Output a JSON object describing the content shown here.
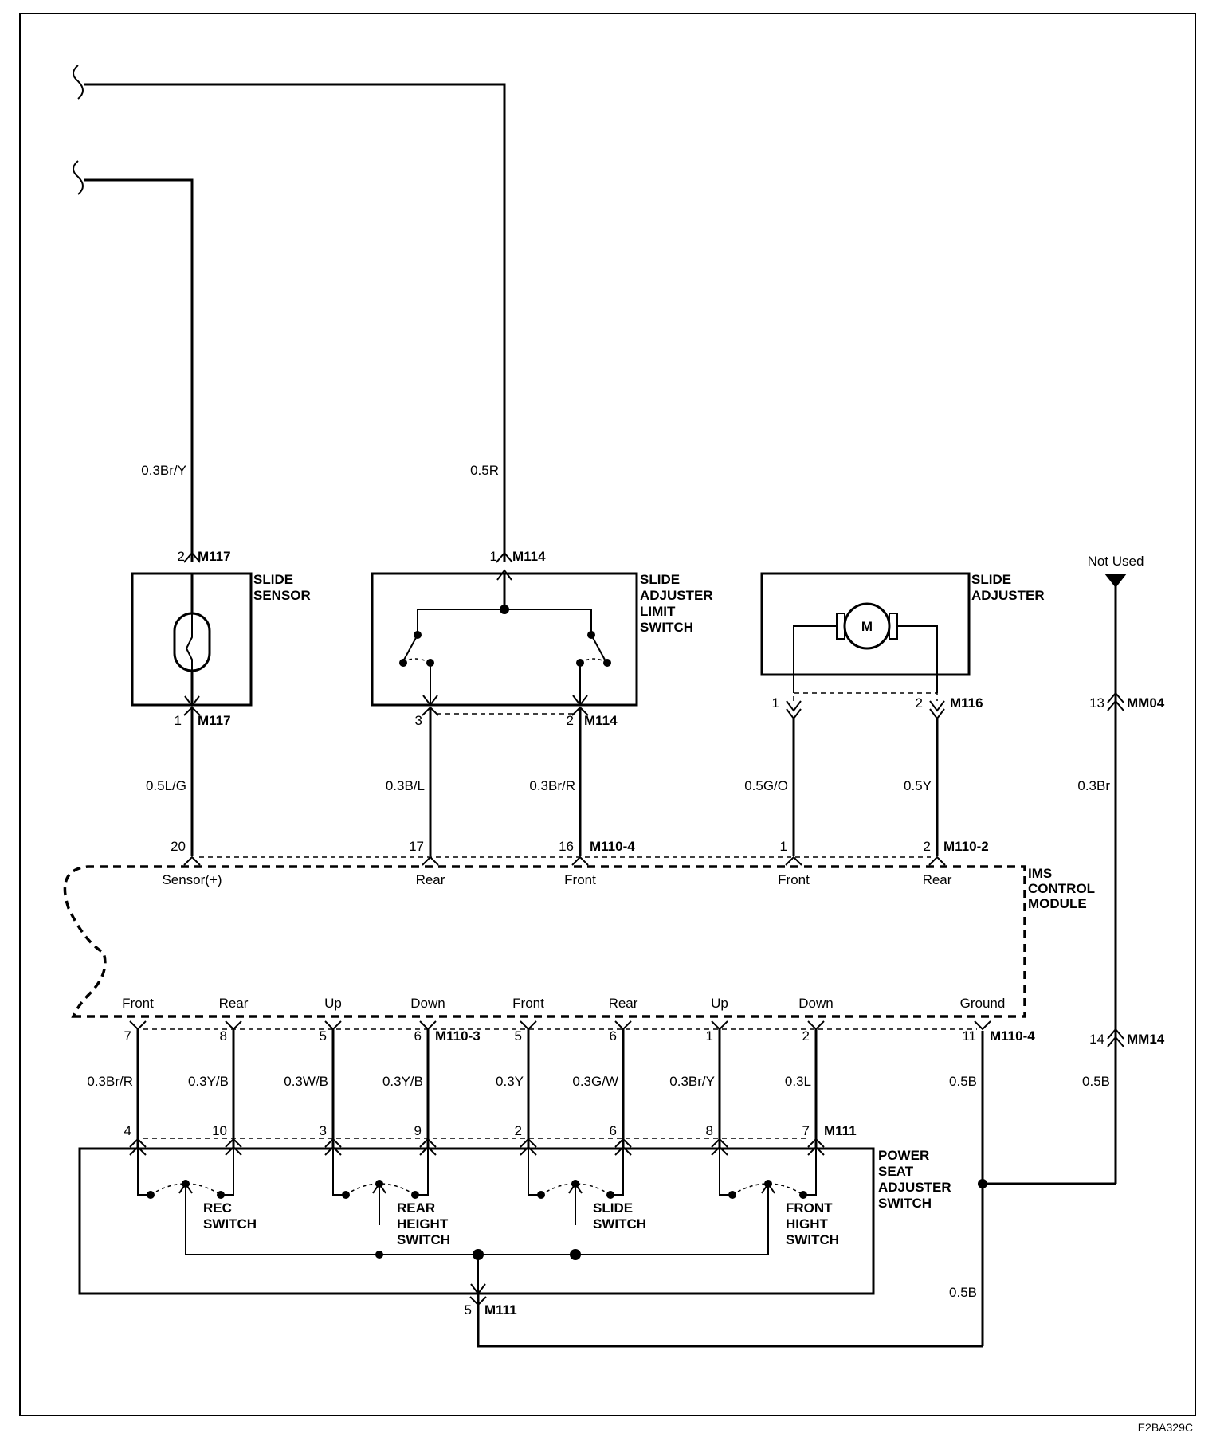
{
  "figure_id": "E2BA329C",
  "components": {
    "slide_sensor": {
      "name": [
        "SLIDE",
        "SENSOR"
      ],
      "connector": "M117",
      "pins": [
        "2",
        "1"
      ]
    },
    "limit_switch": {
      "name": [
        "SLIDE",
        "ADJUSTER",
        "LIMIT",
        "SWITCH"
      ],
      "connector": "M114",
      "pins": [
        "1",
        "3",
        "2"
      ]
    },
    "slide_adjuster": {
      "name": [
        "SLIDE",
        "ADJUSTER"
      ],
      "connector": "M116",
      "pins": [
        "1",
        "2"
      ],
      "motor_symbol": "M"
    },
    "ims": {
      "name": [
        "IMS",
        "CONTROL",
        "MODULE"
      ]
    },
    "power_seat": {
      "name": [
        "POWER",
        "SEAT",
        "ADJUSTER",
        "SWITCH"
      ],
      "connector": "M111",
      "ground_pin": "5"
    }
  },
  "wires": {
    "sensor_top": "0.3Br/Y",
    "limit_top": "0.5R",
    "sensor_bottom": "0.5L/G",
    "limit_rear": "0.3B/L",
    "limit_front": "0.3Br/R",
    "adj_front": "0.5G/O",
    "adj_rear": "0.5Y",
    "mm_upper": "0.3Br",
    "mm_lower": "0.5B",
    "ground_upper": "0.5B",
    "ground_lower": "0.5B"
  },
  "ims_top": {
    "connector_a": "M110-4",
    "connector_b": "M110-2",
    "pins": [
      {
        "pin": "20",
        "label": "Sensor(+)"
      },
      {
        "pin": "17",
        "label": "Rear"
      },
      {
        "pin": "16",
        "label": "Front"
      },
      {
        "pin": "1",
        "label": "Front"
      },
      {
        "pin": "2",
        "label": "Rear"
      }
    ]
  },
  "ims_bottom": {
    "connector_a": "M110-3",
    "connector_b": "M110-4",
    "pins": [
      {
        "pin": "7",
        "label": "Front",
        "wire": "0.3Br/R",
        "switch_pin": "4"
      },
      {
        "pin": "8",
        "label": "Rear",
        "wire": "0.3Y/B",
        "switch_pin": "10"
      },
      {
        "pin": "5",
        "label": "Up",
        "wire": "0.3W/B",
        "switch_pin": "3"
      },
      {
        "pin": "6",
        "label": "Down",
        "wire": "0.3Y/B",
        "switch_pin": "9"
      },
      {
        "pin": "5",
        "label": "Front",
        "wire": "0.3Y",
        "switch_pin": "2"
      },
      {
        "pin": "6",
        "label": "Rear",
        "wire": "0.3G/W",
        "switch_pin": "6"
      },
      {
        "pin": "1",
        "label": "Up",
        "wire": "0.3Br/Y",
        "switch_pin": "8"
      },
      {
        "pin": "2",
        "label": "Down",
        "wire": "0.3L",
        "switch_pin": "7"
      },
      {
        "pin": "11",
        "label": "Ground"
      }
    ]
  },
  "switches": [
    [
      "REC",
      "SWITCH"
    ],
    [
      "REAR",
      "HEIGHT",
      "SWITCH"
    ],
    [
      "SLIDE",
      "SWITCH"
    ],
    [
      "FRONT",
      "HIGHT",
      "SWITCH"
    ]
  ],
  "right_branch": {
    "not_used": "Not Used",
    "mm04_pin": "13",
    "mm04": "MM04",
    "mm14_pin": "14",
    "mm14": "MM14"
  }
}
